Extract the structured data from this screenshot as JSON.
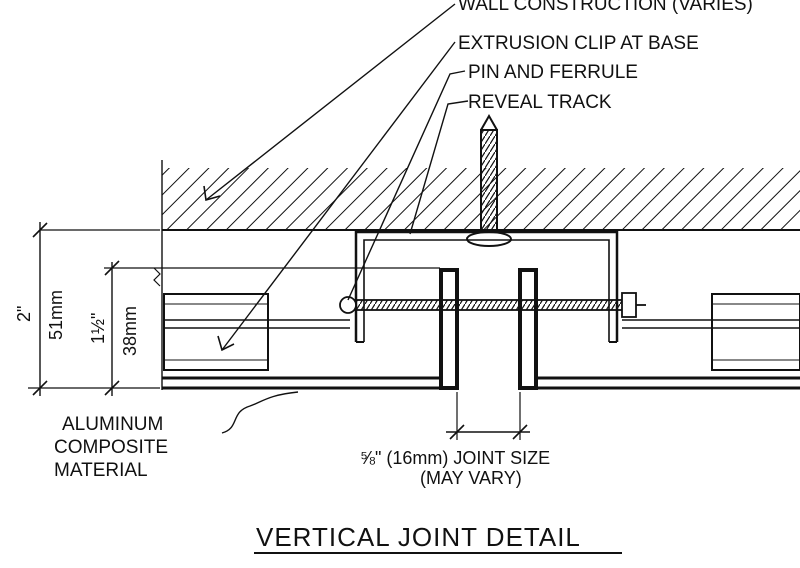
{
  "title": "VERTICAL JOINT DETAIL",
  "callouts": {
    "wall_construction": "WALL CONSTRUCTION (VARIES)",
    "extrusion_clip": "EXTRUSION CLIP AT BASE",
    "pin_ferrule": "PIN AND FERRULE",
    "reveal_track": "REVEAL TRACK"
  },
  "material": {
    "line1": "ALUMINUM",
    "line2": "COMPOSITE",
    "line3": "MATERIAL"
  },
  "dimensions": {
    "overall_in": "2\"",
    "overall_mm": "51mm",
    "panel_in": "1½\"",
    "panel_mm": "38mm",
    "joint_line1": "⅝\" (16mm) JOINT SIZE",
    "joint_line2": "(MAY VARY)"
  },
  "colors": {
    "ink": "#111111",
    "paper": "#ffffff"
  }
}
